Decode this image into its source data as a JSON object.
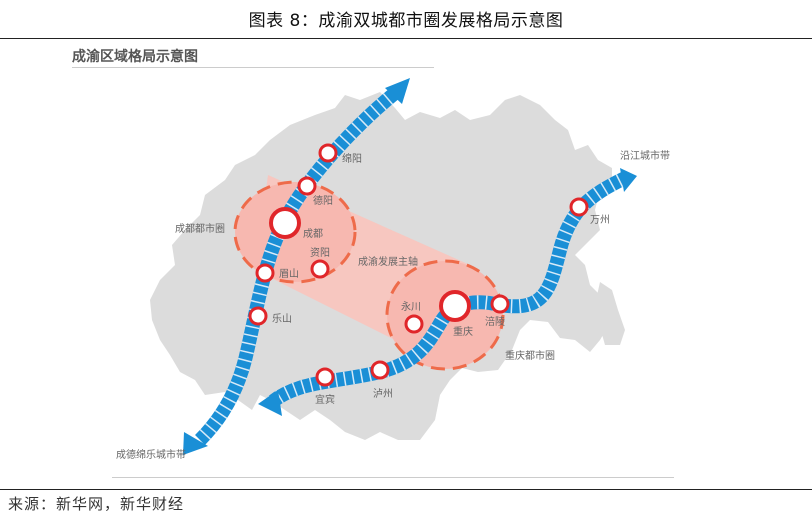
{
  "figure": {
    "title": "图表 8：成渝双城都市圈发展格局示意图",
    "panel_title": "成渝区域格局示意图",
    "source": "来源：新华网，新华财经"
  },
  "map": {
    "colors": {
      "land": "#dcdcdc",
      "corridor": "#f9c4bd",
      "circle_fill": "#f7b8b0",
      "circle_dash": "#ee6b4a",
      "belt": "#1a8fd6",
      "belt_stripe": "#d6eaf8",
      "node_ring": "#e0262a",
      "node_fill": "#ffffff"
    },
    "metro_circles": [
      {
        "name": "成都都市圈"
      },
      {
        "name": "重庆都市圈"
      }
    ],
    "axis_label": "成渝发展主轴",
    "belts": [
      {
        "name": "成德绵乐城市带"
      },
      {
        "name": "沿江城市带"
      }
    ],
    "cities": [
      {
        "name": "绵阳",
        "major": false
      },
      {
        "name": "德阳",
        "major": false
      },
      {
        "name": "成都",
        "major": true
      },
      {
        "name": "资阳",
        "major": false
      },
      {
        "name": "眉山",
        "major": false
      },
      {
        "name": "乐山",
        "major": false
      },
      {
        "name": "永川",
        "major": false
      },
      {
        "name": "重庆",
        "major": true
      },
      {
        "name": "涪陵",
        "major": false
      },
      {
        "name": "万州",
        "major": false
      },
      {
        "name": "泸州",
        "major": false
      },
      {
        "name": "宜宾",
        "major": false
      }
    ]
  }
}
